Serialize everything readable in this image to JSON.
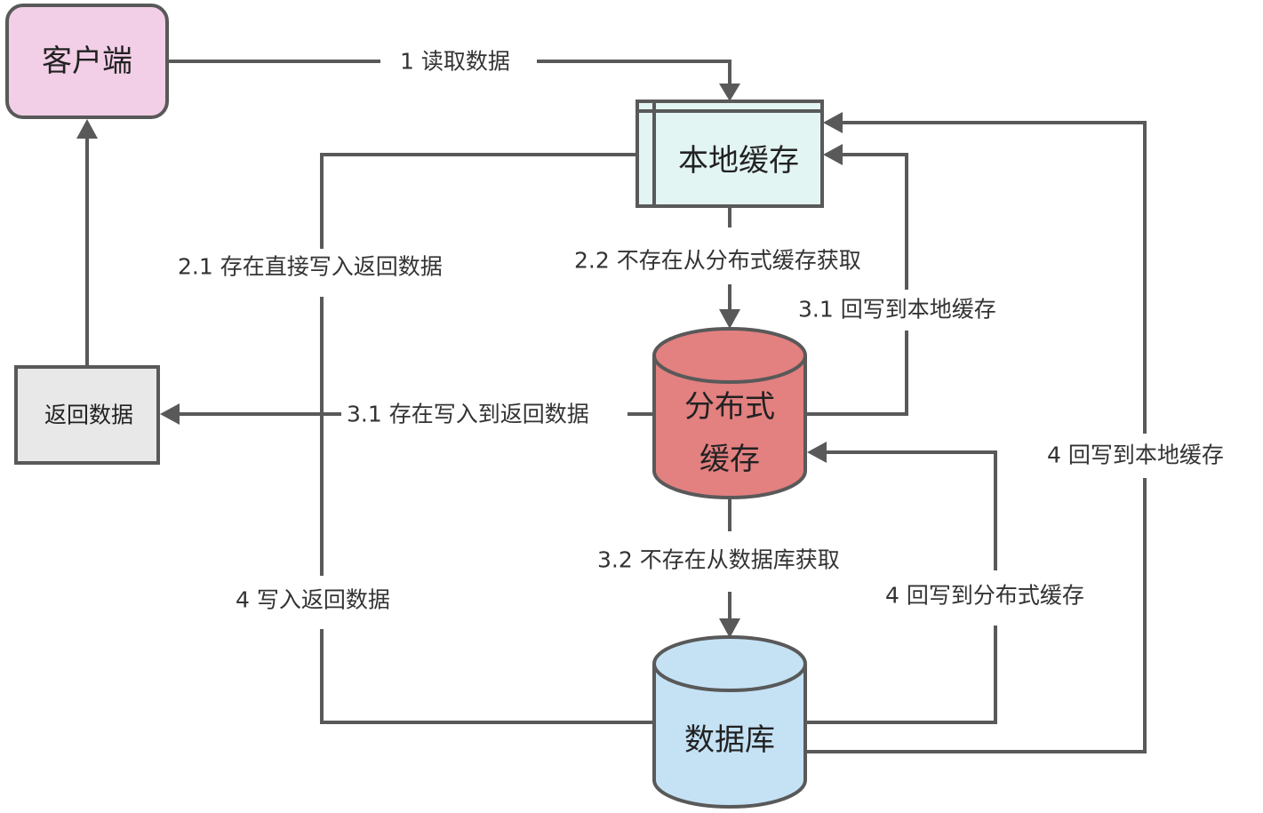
{
  "diagram": {
    "type": "flowchart",
    "title": "",
    "colors": {
      "stroke": "#595959",
      "client_fill": "#f2cfe6",
      "local_cache_fill": "#e3f5f3",
      "distributed_cache_fill": "#e38080",
      "database_fill": "#c5e2f5",
      "return_fill": "#e8e8e8",
      "distributed_cache_text": "#ffffff"
    },
    "nodes": {
      "client": {
        "label": "客户端",
        "shape": "rounded-rectangle"
      },
      "local_cache": {
        "label": "本地缓存",
        "shape": "internal-storage"
      },
      "distributed_cache": {
        "label_line1": "分布式",
        "label_line2": "缓存",
        "shape": "cylinder"
      },
      "database": {
        "label": "数据库",
        "shape": "cylinder"
      },
      "return_data": {
        "label": "返回数据",
        "shape": "rectangle"
      }
    },
    "edges": [
      {
        "id": "e1",
        "from": "client",
        "to": "local_cache",
        "label": "1 读取数据"
      },
      {
        "id": "e21",
        "from": "local_cache",
        "to": "return_data",
        "label": "2.1 存在直接写入返回数据"
      },
      {
        "id": "e22",
        "from": "local_cache",
        "to": "distributed_cache",
        "label": "2.2 不存在从分布式缓存获取"
      },
      {
        "id": "e31a",
        "from": "distributed_cache",
        "to": "local_cache",
        "label": "3.1 回写到本地缓存"
      },
      {
        "id": "e31b",
        "from": "distributed_cache",
        "to": "return_data",
        "label": "3.1 存在写入到返回数据"
      },
      {
        "id": "e32",
        "from": "distributed_cache",
        "to": "database",
        "label": "3.2 不存在从数据库获取"
      },
      {
        "id": "e4a",
        "from": "database",
        "to": "distributed_cache",
        "label": "4 回写到分布式缓存"
      },
      {
        "id": "e4b",
        "from": "database",
        "to": "local_cache",
        "label": "4 回写到本地缓存"
      },
      {
        "id": "e4c",
        "from": "database",
        "to": "return_data",
        "label": "4 写入返回数据"
      },
      {
        "id": "e5",
        "from": "return_data",
        "to": "client",
        "label": ""
      }
    ]
  }
}
